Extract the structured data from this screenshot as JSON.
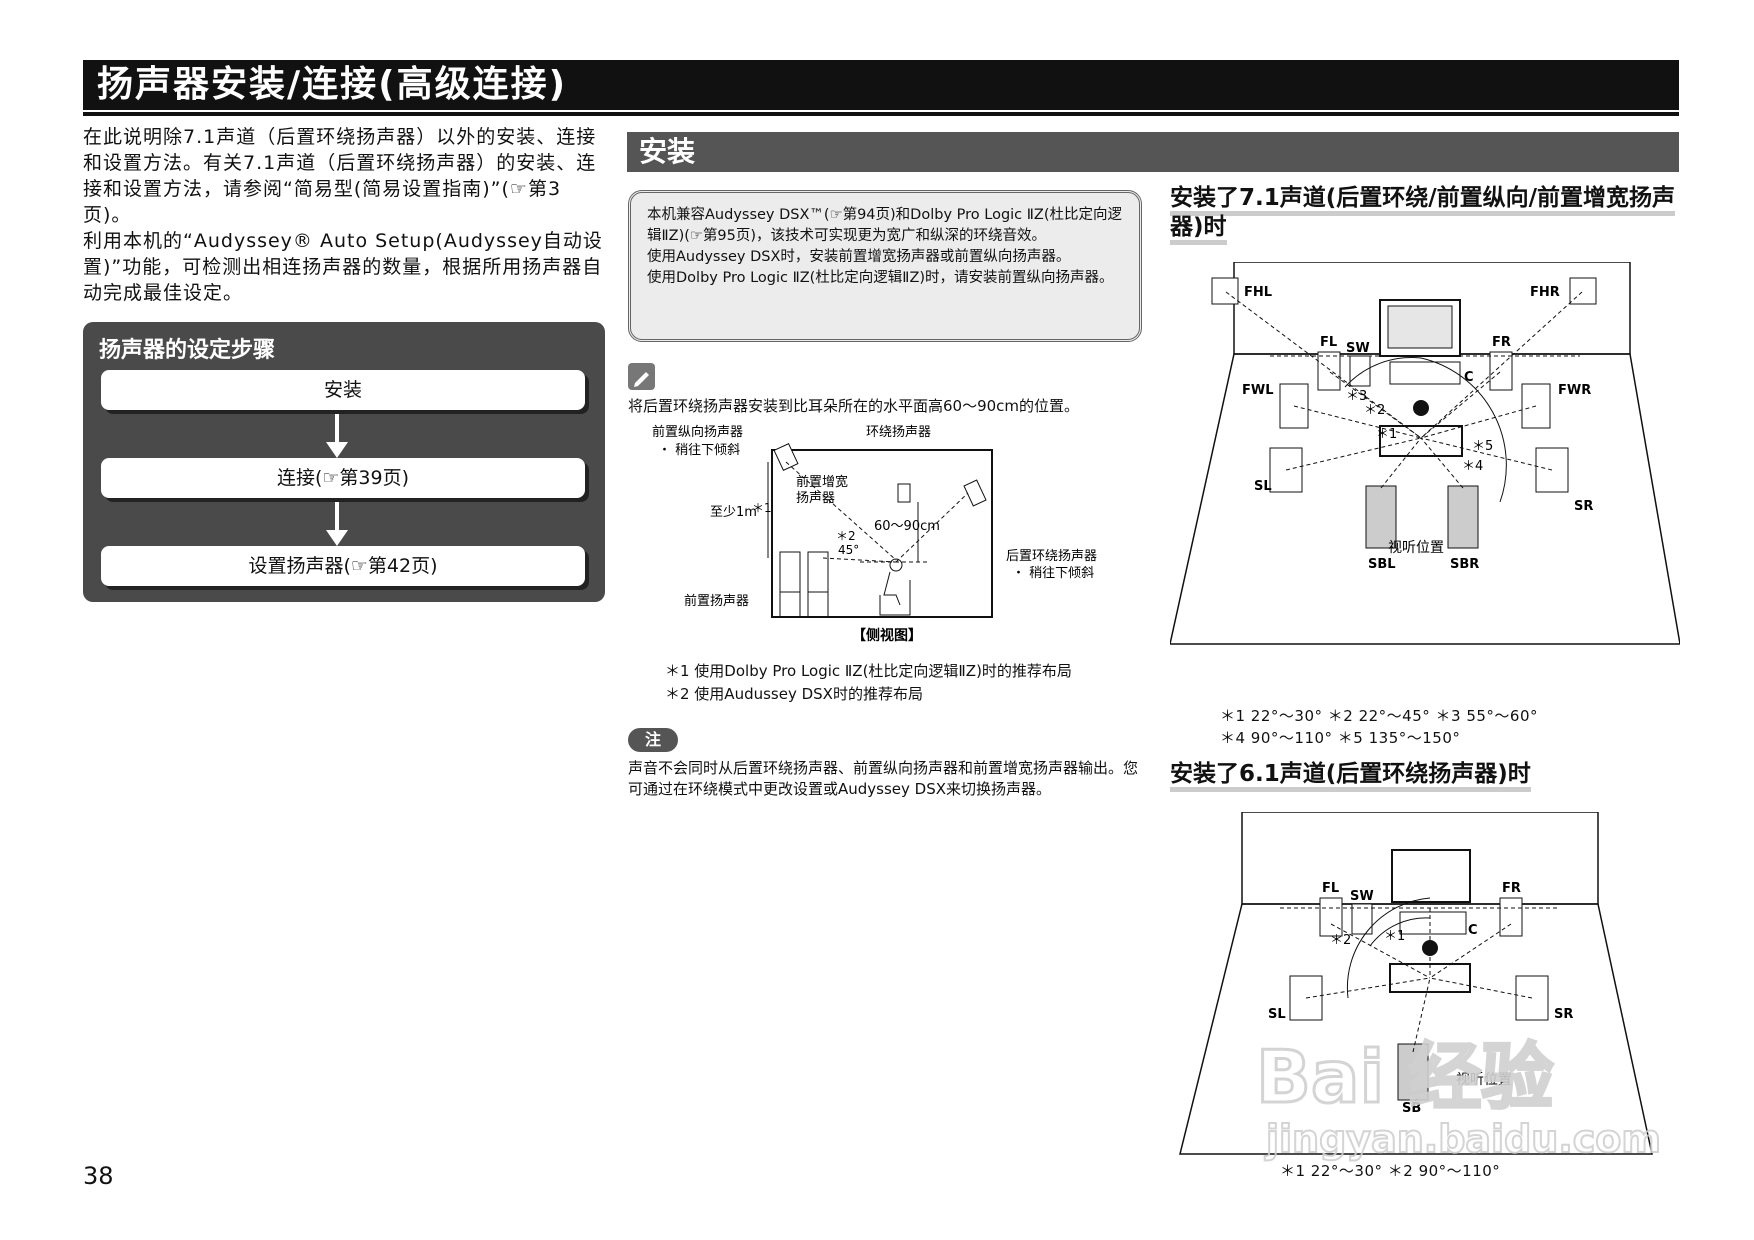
{
  "page": {
    "title": "扬声器安装/连接(高级连接)",
    "page_number": "38"
  },
  "intro": {
    "p1": "在此说明除7.1声道（后置环绕扬声器）以外的安装、连接和设置方法。有关7.1声道（后置环绕扬声器）的安装、连接和设置方法，请参阅“简易型(简易设置指南)”(☞第3页)。",
    "p2": "利用本机的“Audyssey® Auto Setup(Audyssey自动设置)”功能，可检测出相连扬声器的数量，根据所用扬声器自动完成最佳设定。"
  },
  "steps": {
    "heading": "扬声器的设定步骤",
    "items": [
      "安装",
      "连接(☞第39页)",
      "设置扬声器(☞第42页)"
    ]
  },
  "install": {
    "heading": "安装",
    "compat_p1": "本机兼容Audyssey DSX™(☞第94页)和Dolby Pro Logic ⅡZ(杜比定向逻辑ⅡZ)(☞第95页)，该技术可实现更为宽广和纵深的环绕音效。",
    "compat_p2": "使用Audyssey DSX时，安装前置增宽扬声器或前置纵向扬声器。",
    "compat_p3": "使用Dolby Pro Logic ⅡZ(杜比定向逻辑ⅡZ)时，请安装前置纵向扬声器。",
    "memo": "将后置环绕扬声器安装到比耳朵所在的水平面高60～90cm的位置。",
    "side": {
      "front_height": "前置纵向扬声器",
      "tilt": "・ 稍往下倾斜",
      "surround": "环绕扬声器",
      "front_wide_1": "前置增宽",
      "front_wide_2": "扬声器",
      "at_least": "至少1m",
      "star1": "＊1",
      "star2": "＊2",
      "deg45": "45°",
      "height_range": "60～90cm",
      "surround_back": "后置环绕扬声器",
      "tilt2": "・ 稍往下倾斜",
      "front": "前置扬声器",
      "caption": "【侧视图】"
    },
    "fn1": "＊1   使用Dolby Pro Logic ⅡZ(杜比定向逻辑ⅡZ)时的推荐布局",
    "fn2": "＊2   使用Audussey DSX时的推荐布局",
    "note_label": "注",
    "note_text": "声音不会同时从后置环绕扬声器、前置纵向扬声器和前置增宽扬声器输出。您可通过在环绕模式中更改设置或Audyssey DSX来切换扬声器。"
  },
  "layout71": {
    "heading": "安装了7.1声道(后置环绕/前置纵向/前置增宽扬声器)时",
    "labels": {
      "FHL": "FHL",
      "FHR": "FHR",
      "FL": "FL",
      "SW": "SW",
      "FR": "FR",
      "C": "C",
      "FWL": "FWL",
      "FWR": "FWR",
      "SL": "SL",
      "SR": "SR",
      "SBL": "SBL",
      "SBR": "SBR"
    },
    "marks": [
      "＊3",
      "＊2",
      "＊1",
      "＊4",
      "＊5"
    ],
    "listening": "视听位置",
    "legend_row1": "＊1  22°～30°   ＊2  22°～45°   ＊3  55°～60°",
    "legend_row2": "＊4  90°～110°   ＊5  135°～150°"
  },
  "layout61": {
    "heading": "安装了6.1声道(后置环绕扬声器)时",
    "labels": {
      "FL": "FL",
      "SW": "SW",
      "FR": "FR",
      "C": "C",
      "SL": "SL",
      "SR": "SR",
      "SB": "SB"
    },
    "marks": [
      "＊1",
      "＊2"
    ],
    "listening": "视听位置",
    "legend": "＊1  22°～30°   ＊2  90°～110°"
  },
  "watermark": {
    "logo": "Bai 经验",
    "url": "jingyan.baidu.com"
  }
}
